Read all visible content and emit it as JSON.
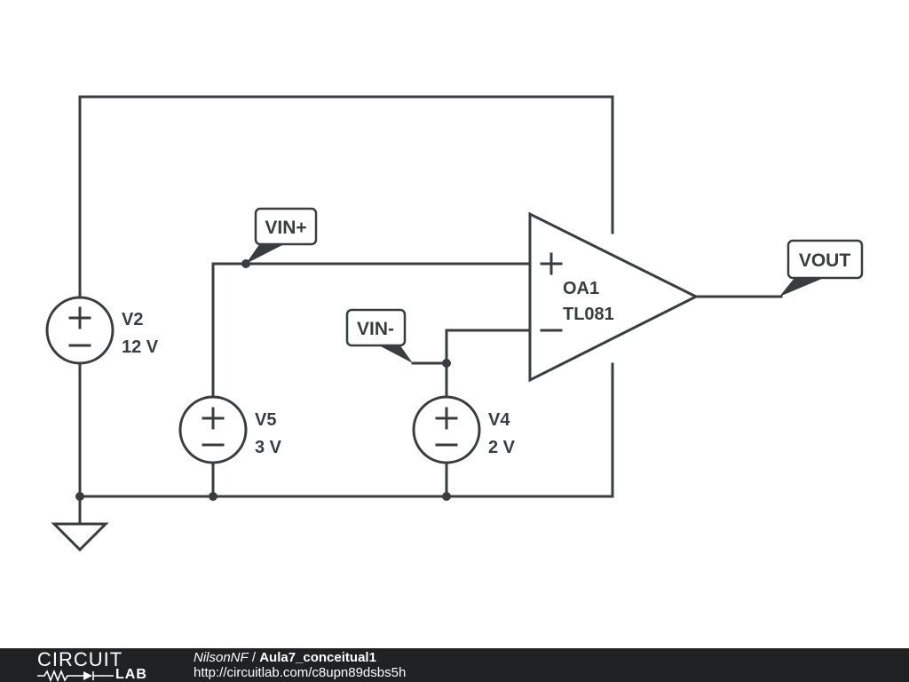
{
  "schematic": {
    "components": {
      "v2": {
        "name": "V2",
        "value": "12 V"
      },
      "v5": {
        "name": "V5",
        "value": "3 V"
      },
      "v4": {
        "name": "V4",
        "value": "2 V"
      },
      "opamp": {
        "name": "OA1",
        "part": "TL081"
      }
    },
    "net_labels": {
      "vin_plus": "VIN+",
      "vin_minus": "VIN-",
      "vout": "VOUT"
    },
    "symbols": {
      "plus": "+",
      "minus": "−"
    }
  },
  "footer": {
    "logo_top": "CIRCUIT",
    "logo_bottom": "LAB",
    "author": "NilsonNF",
    "separator": " / ",
    "title": "Aula7_conceitual1",
    "url": "http://circuitlab.com/c8upn89dsbs5h"
  },
  "colors": {
    "wire": "#3a3d3f",
    "footer_bg": "#1f2123",
    "background": "#ffffff"
  }
}
